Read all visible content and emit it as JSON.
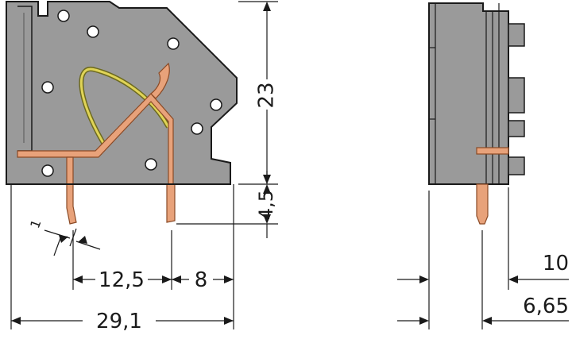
{
  "dimensions": {
    "height_total": "23",
    "height_pin": "4,5",
    "pin_spacing": "12,5",
    "pin_offset": "8",
    "width_total": "29,1",
    "side_pin_offset": "10",
    "side_depth": "6,65",
    "pin_diameter_label": "1"
  },
  "colors": {
    "housing": "#9a9a9a",
    "housing_stroke": "#1a1a1a",
    "copper": "#e8a27a",
    "clamp_spring": "#d8cc4a",
    "dimension_line": "#1a1a1a"
  }
}
